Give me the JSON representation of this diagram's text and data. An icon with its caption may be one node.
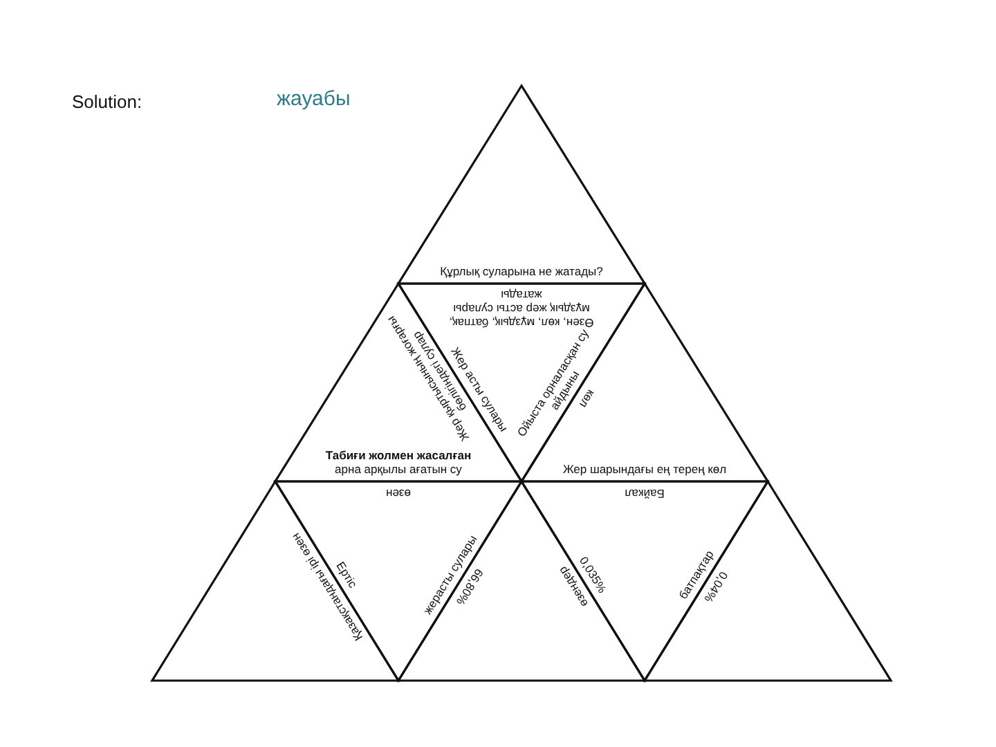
{
  "diagram": {
    "nodes": [
      {
        "text": [
          "Құрлық суларына не жатады?"
        ]
      },
      {
        "text": [
          "Жер қыртысының жоғарғы бөлігіндегі сулар",
          "**Табиғи жолмен жасалған** арна арқылы ағатын су"
        ]
      },
      {
        "text": [
          "Өзен, көл, мұздық, батпақ, мұздық жер асты сулары жатады",
          "Жер асты сулары",
          "Ойыста орналасқан су айдыны"
        ]
      },
      {
        "text": [
          "көл",
          "Жер шарындағы ең терең көл"
        ]
      },
      {
        "text": [
          "Қазақстандағы ірі өзен"
        ]
      },
      {
        "text": [
          "өзен",
          "Ертіс",
          "жерасты сулары"
        ]
      },
      {
        "text": [
          "66,80%",
          "өзендер"
        ]
      },
      {
        "text": [
          "Байкал",
          "0,035%",
          "батпақтар"
        ]
      },
      {
        "text": [
          "0,04%"
        ]
      }
    ],
    "labels": [
      "Solution:",
      "жауабы"
    ]
  }
}
